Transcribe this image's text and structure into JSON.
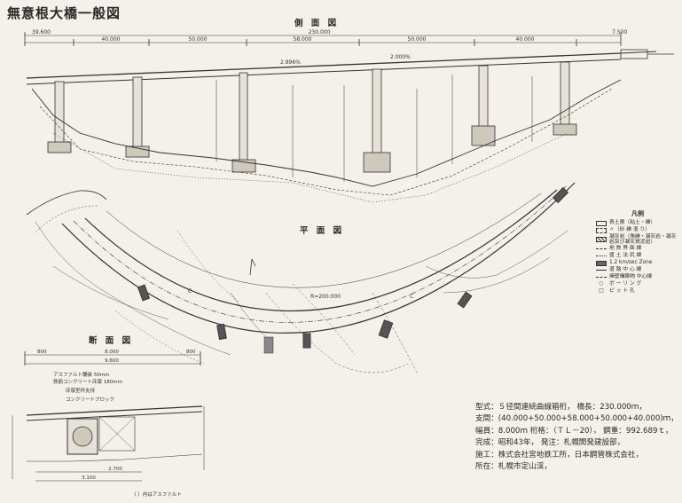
{
  "title": "無意根大橋一般図",
  "views": {
    "side": "側 面 図",
    "plan": "平 面 図",
    "section": "断 面 図"
  },
  "side_dims": {
    "total": "230.000",
    "spans": [
      "40.000",
      "50.000",
      "58.000",
      "50.000",
      "40.000"
    ],
    "left_end": "39.600",
    "right_end": "7.500",
    "grade_left": "2.896%",
    "grade_right": "2.000%"
  },
  "plan_labels": {
    "radius": "R=200.000",
    "c1": "C",
    "c2": "C"
  },
  "section_dims": {
    "top": [
      "800",
      "8.000",
      "800"
    ],
    "width": "9.600",
    "notes": [
      "アスファルト舗装 50mm",
      "鉄筋コンクリート床版 180mm",
      "床版型枠支持",
      "コンクリートブロック"
    ],
    "bottom": [
      "3.100",
      "2.700"
    ]
  },
  "legend": {
    "title": "凡例",
    "items": [
      "表土層（粘土・礫）",
      "〃（砂 礫 混 り）",
      "凝灰岩（角礫・凝灰岩・凝灰岩及び凝灰質泥岩）",
      "地 質 界 面 線",
      "盛 土 法 尻 線",
      "1.2 km/sec  Zone",
      "道 路 中 心 線",
      "擁壁構築物 中心線",
      "ボ ー リ ン グ",
      "ピ ッ ト 孔"
    ]
  },
  "specs": [
    "型式：５径間連続曲線箱桁， 橋長：230.000ｍ，",
    "支間：(40.000+50.000+58.000+50.000+40.000)ｍ，",
    "幅員：8.000ｍ 桁格：（ＴＬ－20）， 鋼重：992.689ｔ，",
    "完成：昭和43年， 発注：札幌開発建設部，",
    "施工：株式会社宮地鉄工所，日本鋼管株式会社，",
    "所在：札幌市定山渓，"
  ],
  "footnote": "（ ）内はアスファルト"
}
